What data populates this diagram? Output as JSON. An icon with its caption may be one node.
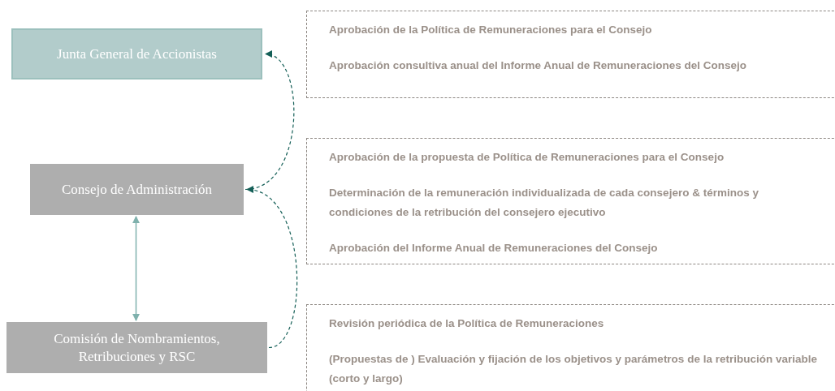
{
  "diagram": {
    "nodes": [
      {
        "text": [
          "Junta General de Accionistas"
        ]
      },
      {
        "text": [
          "Consejo de Administración"
        ]
      },
      {
        "text": [
          "Comisión de Nombramientos, Retribuciones y RSC"
        ]
      },
      {
        "text": [
          "Aprobación de la Política de Remuneraciones para el Consejo",
          "Aprobación consultiva anual del Informe Anual de Remuneraciones del Consejo"
        ]
      },
      {
        "text": [
          "Aprobación de la propuesta de Política de Remuneraciones para el Consejo",
          "Determinación de la remuneración individualizada de cada consejero & términos y condiciones de la retribución del consejero ejecutivo",
          "Aprobación del Informe Anual de Remuneraciones del Consejo"
        ]
      },
      {
        "text": [
          "Revisión periódica de la Política de Remuneraciones",
          "(Propuestas de ) Evaluación y fijación de los objetivos y parámetros de la retribución variable (corto y largo)"
        ]
      }
    ],
    "edges": [
      {
        "from": 1,
        "to": 0,
        "arrow": "to",
        "style": "dashed"
      },
      {
        "from": 2,
        "to": 1,
        "arrow": "to",
        "style": "dashed"
      },
      {
        "from": 1,
        "to": 2,
        "arrow": "both",
        "color": "#7fb1ad"
      }
    ]
  }
}
